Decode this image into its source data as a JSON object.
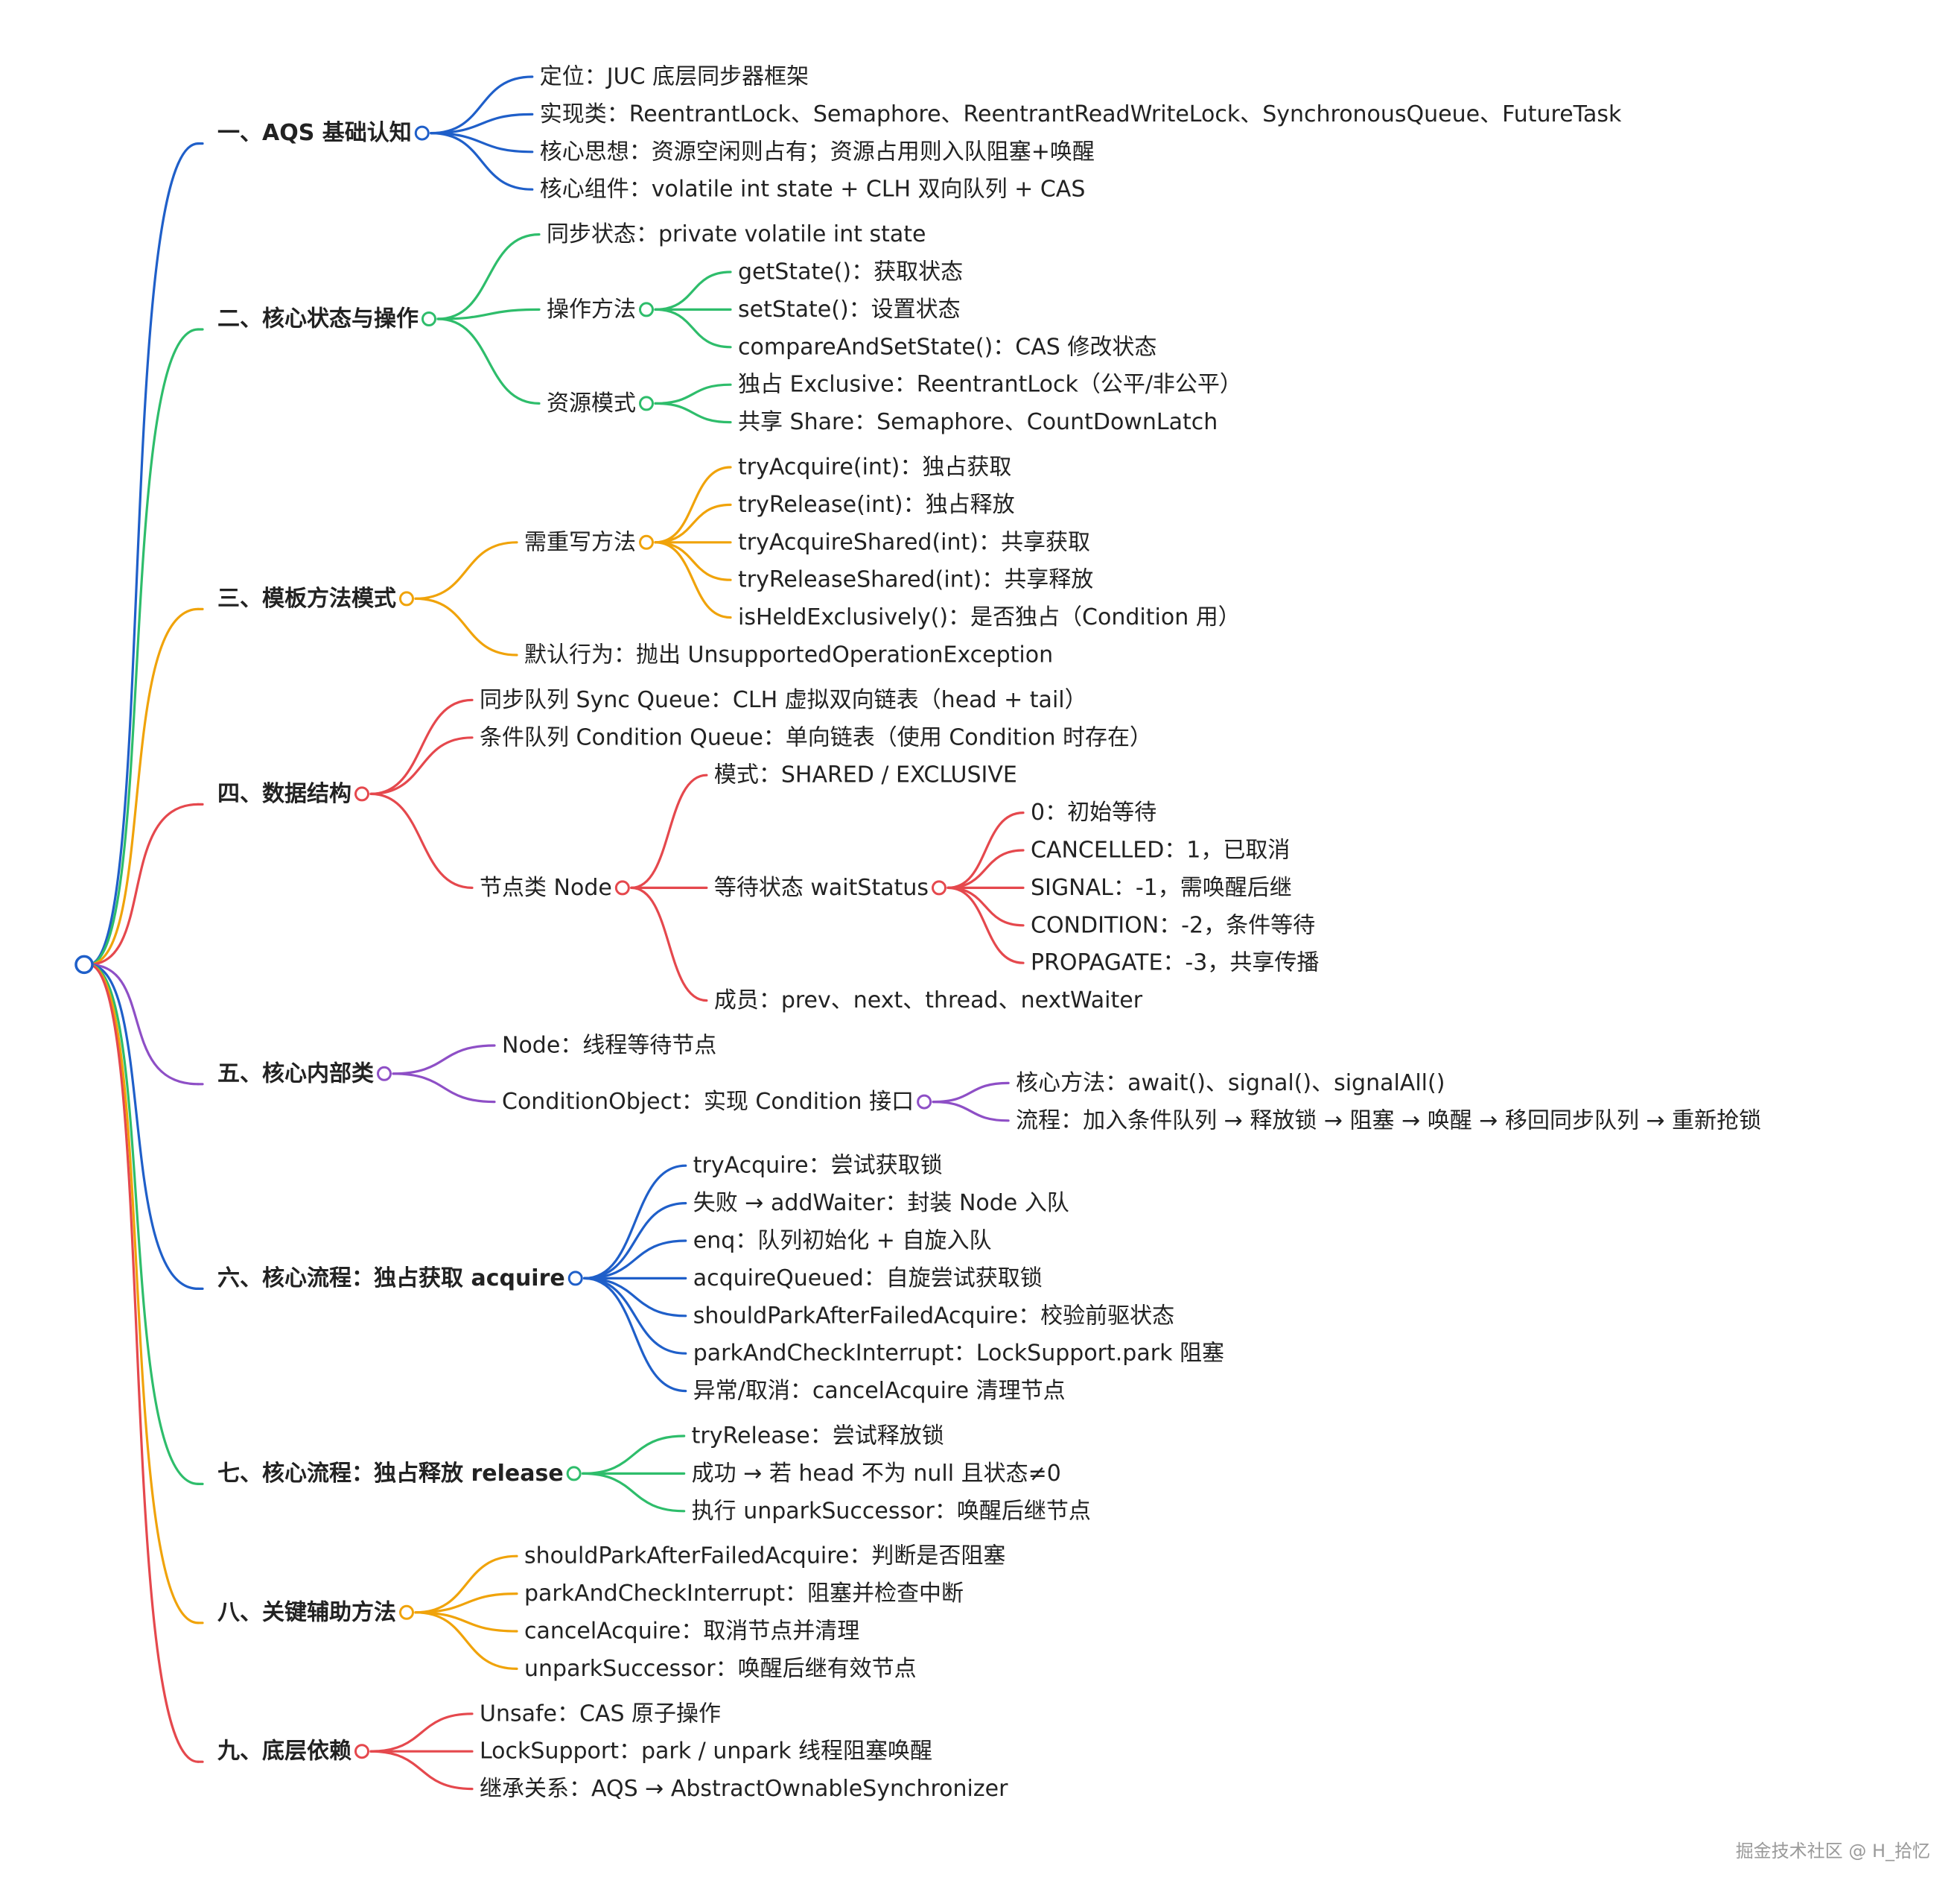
{
  "watermark": "掘金技术社区 @ H_拾忆",
  "colors": [
    "#1f5fc9",
    "#2ebd6b",
    "#f0a30a",
    "#e5484d",
    "#8e4fc6"
  ],
  "tree": [
    {
      "text": "一、AQS 基础认知",
      "children": [
        {
          "text": "定位：JUC 底层同步器框架"
        },
        {
          "text": "实现类：ReentrantLock、Semaphore、ReentrantReadWriteLock、SynchronousQueue、FutureTask"
        },
        {
          "text": "核心思想：资源空闲则占有；资源占用则入队阻塞+唤醒"
        },
        {
          "text": "核心组件：volatile int state + CLH 双向队列 + CAS"
        }
      ]
    },
    {
      "text": "二、核心状态与操作",
      "children": [
        {
          "text": "同步状态：private volatile int state"
        },
        {
          "text": "操作方法",
          "children": [
            {
              "text": "getState()：获取状态"
            },
            {
              "text": "setState()：设置状态"
            },
            {
              "text": "compareAndSetState()：CAS 修改状态"
            }
          ]
        },
        {
          "text": "资源模式",
          "children": [
            {
              "text": "独占 Exclusive：ReentrantLock（公平/非公平）"
            },
            {
              "text": "共享 Share：Semaphore、CountDownLatch"
            }
          ]
        }
      ]
    },
    {
      "text": "三、模板方法模式",
      "children": [
        {
          "text": "需重写方法",
          "children": [
            {
              "text": "tryAcquire(int)：独占获取"
            },
            {
              "text": "tryRelease(int)：独占释放"
            },
            {
              "text": "tryAcquireShared(int)：共享获取"
            },
            {
              "text": "tryReleaseShared(int)：共享释放"
            },
            {
              "text": "isHeldExclusively()：是否独占（Condition 用）"
            }
          ]
        },
        {
          "text": "默认行为：抛出 UnsupportedOperationException"
        }
      ]
    },
    {
      "text": "四、数据结构",
      "children": [
        {
          "text": "同步队列 Sync Queue：CLH 虚拟双向链表（head + tail）"
        },
        {
          "text": "条件队列 Condition Queue：单向链表（使用 Condition 时存在）"
        },
        {
          "text": "节点类 Node",
          "children": [
            {
              "text": "模式：SHARED / EXCLUSIVE"
            },
            {
              "text": "等待状态 waitStatus",
              "children": [
                {
                  "text": "0：初始等待"
                },
                {
                  "text": "CANCELLED：1，已取消"
                },
                {
                  "text": "SIGNAL：-1，需唤醒后继"
                },
                {
                  "text": "CONDITION：-2，条件等待"
                },
                {
                  "text": "PROPAGATE：-3，共享传播"
                }
              ]
            },
            {
              "text": "成员：prev、next、thread、nextWaiter"
            }
          ]
        }
      ]
    },
    {
      "text": "五、核心内部类",
      "children": [
        {
          "text": "Node：线程等待节点"
        },
        {
          "text": "ConditionObject：实现 Condition 接口",
          "children": [
            {
              "text": "核心方法：await()、signal()、signalAll()"
            },
            {
              "text": "流程：加入条件队列 → 释放锁 → 阻塞 → 唤醒 → 移回同步队列 → 重新抢锁"
            }
          ]
        }
      ]
    },
    {
      "text": "六、核心流程：独占获取 acquire",
      "children": [
        {
          "text": "tryAcquire：尝试获取锁"
        },
        {
          "text": "失败 → addWaiter：封装 Node 入队"
        },
        {
          "text": "enq：队列初始化 + 自旋入队"
        },
        {
          "text": "acquireQueued：自旋尝试获取锁"
        },
        {
          "text": "shouldParkAfterFailedAcquire：校验前驱状态"
        },
        {
          "text": "parkAndCheckInterrupt：LockSupport.park 阻塞"
        },
        {
          "text": "异常/取消：cancelAcquire 清理节点"
        }
      ]
    },
    {
      "text": "七、核心流程：独占释放 release",
      "children": [
        {
          "text": "tryRelease：尝试释放锁"
        },
        {
          "text": "成功 → 若 head 不为 null 且状态≠0"
        },
        {
          "text": "执行 unparkSuccessor：唤醒后继节点"
        }
      ]
    },
    {
      "text": "八、关键辅助方法",
      "children": [
        {
          "text": "shouldParkAfterFailedAcquire：判断是否阻塞"
        },
        {
          "text": "parkAndCheckInterrupt：阻塞并检查中断"
        },
        {
          "text": "cancelAcquire：取消节点并清理"
        },
        {
          "text": "unparkSuccessor：唤醒后继有效节点"
        }
      ]
    },
    {
      "text": "九、底层依赖",
      "children": [
        {
          "text": "Unsafe：CAS 原子操作"
        },
        {
          "text": "LockSupport：park / unpark 线程阻塞唤醒"
        },
        {
          "text": "继承关系：AQS → AbstractOwnableSynchronizer"
        }
      ]
    }
  ]
}
